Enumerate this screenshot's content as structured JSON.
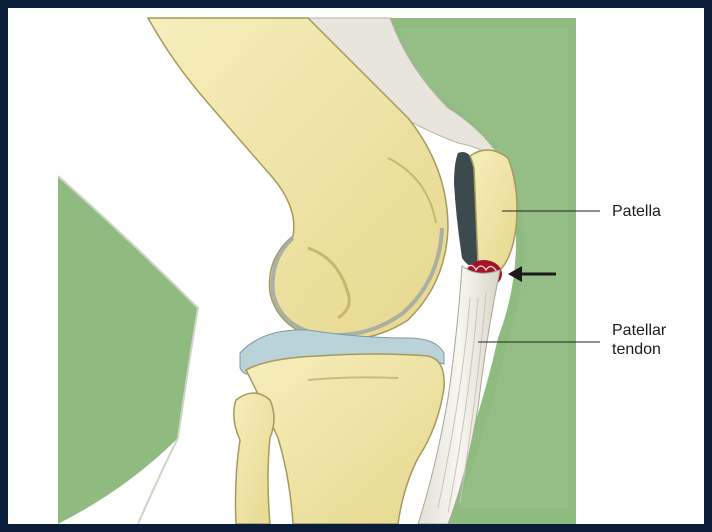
{
  "figure": {
    "labels": {
      "patella": "Patella",
      "patellar_tendon_line1": "Patellar",
      "patellar_tendon_line2": "tendon"
    },
    "colors": {
      "background_frame": "#0a1e3a",
      "panel": "#ffffff",
      "green_background": "#8fbb80",
      "bone": "#f1e6a6",
      "bone_shadow": "#c9bd77",
      "cartilage": "#b9d3d9",
      "tendon": "#ece9df",
      "lesion": "#a3142a",
      "arrow": "#1a1a1a"
    }
  }
}
